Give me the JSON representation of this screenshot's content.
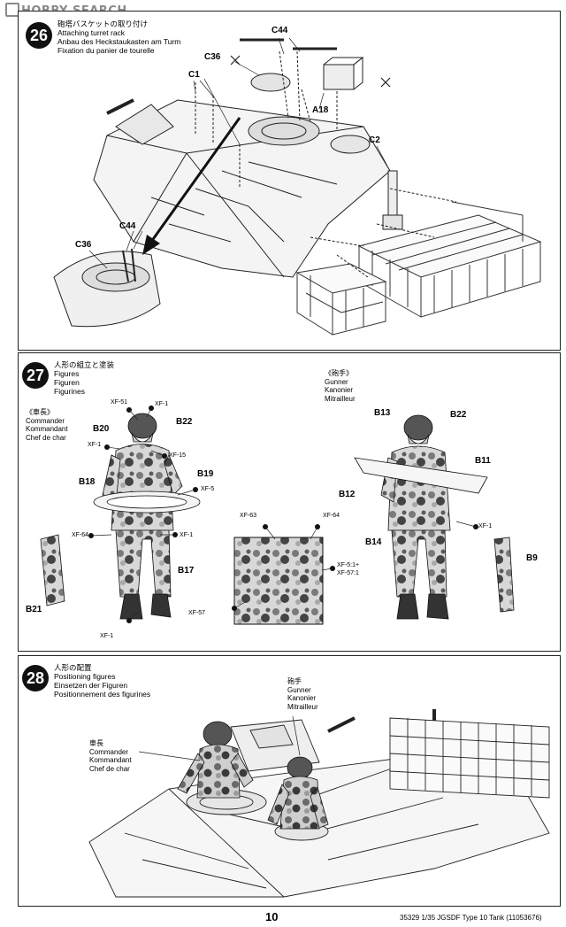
{
  "watermark": "HOBBY SEARCH",
  "step26": {
    "number": "26",
    "title": [
      "砲塔バスケットの取り付け",
      "Attaching turret rack",
      "Anbau des Heckstaukasten am Turm",
      "Fixation du panier de tourelle"
    ],
    "labels": {
      "c44_top": "C44",
      "c36_top": "C36",
      "c1": "C1",
      "a18": "A18",
      "c2": "C2",
      "c44_bottom": "C44",
      "c36_bottom": "C36"
    }
  },
  "step27": {
    "number": "27",
    "title": [
      "人形の組立と塗装",
      "Figures",
      "Figuren",
      "Figurines"
    ],
    "commander": [
      "《車長》",
      "Commander",
      "Kommandant",
      "Chef de char"
    ],
    "gunner": [
      "《砲手》",
      "Gunner",
      "Kanonier",
      "Mitrailleur"
    ],
    "parts": {
      "b20": "B20",
      "b22_left": "B22",
      "b19": "B19",
      "b18": "B18",
      "b17": "B17",
      "b21": "B21",
      "b13": "B13",
      "b22_right": "B22",
      "b11": "B11",
      "b12": "B12",
      "b14": "B14",
      "b9": "B9"
    },
    "paints": {
      "xf51": "XF-51",
      "xf1_a": "XF-1",
      "xf1_b": "XF-1",
      "xf15": "XF-15",
      "xf5": "XF-5",
      "xf64_a": "XF-64",
      "xf1_c": "XF-1",
      "xf1_d": "XF-1",
      "xf63": "XF-63",
      "xf64_b": "XF-64",
      "mix1": "XF-5:1+",
      "mix2": "XF-57:1",
      "xf57": "XF-57",
      "xf1_e": "XF-1"
    },
    "swatch_colors": [
      "#e0e0e0",
      "#9a9a9a",
      "#5a5a5a",
      "#2a2a2a"
    ]
  },
  "step28": {
    "number": "28",
    "title": [
      "人形の配置",
      "Positioning figures",
      "Einsetzen der Figuren",
      "Positionnement des figurines"
    ],
    "gunner": [
      "砲手",
      "Gunner",
      "Kanonier",
      "Mitrailleur"
    ],
    "commander": [
      "車長",
      "Commander",
      "Kommandant",
      "Chef de char"
    ]
  },
  "footer": {
    "page": "10",
    "code": "35329  1/35 JGSDF Type 10 Tank (11053676)"
  }
}
